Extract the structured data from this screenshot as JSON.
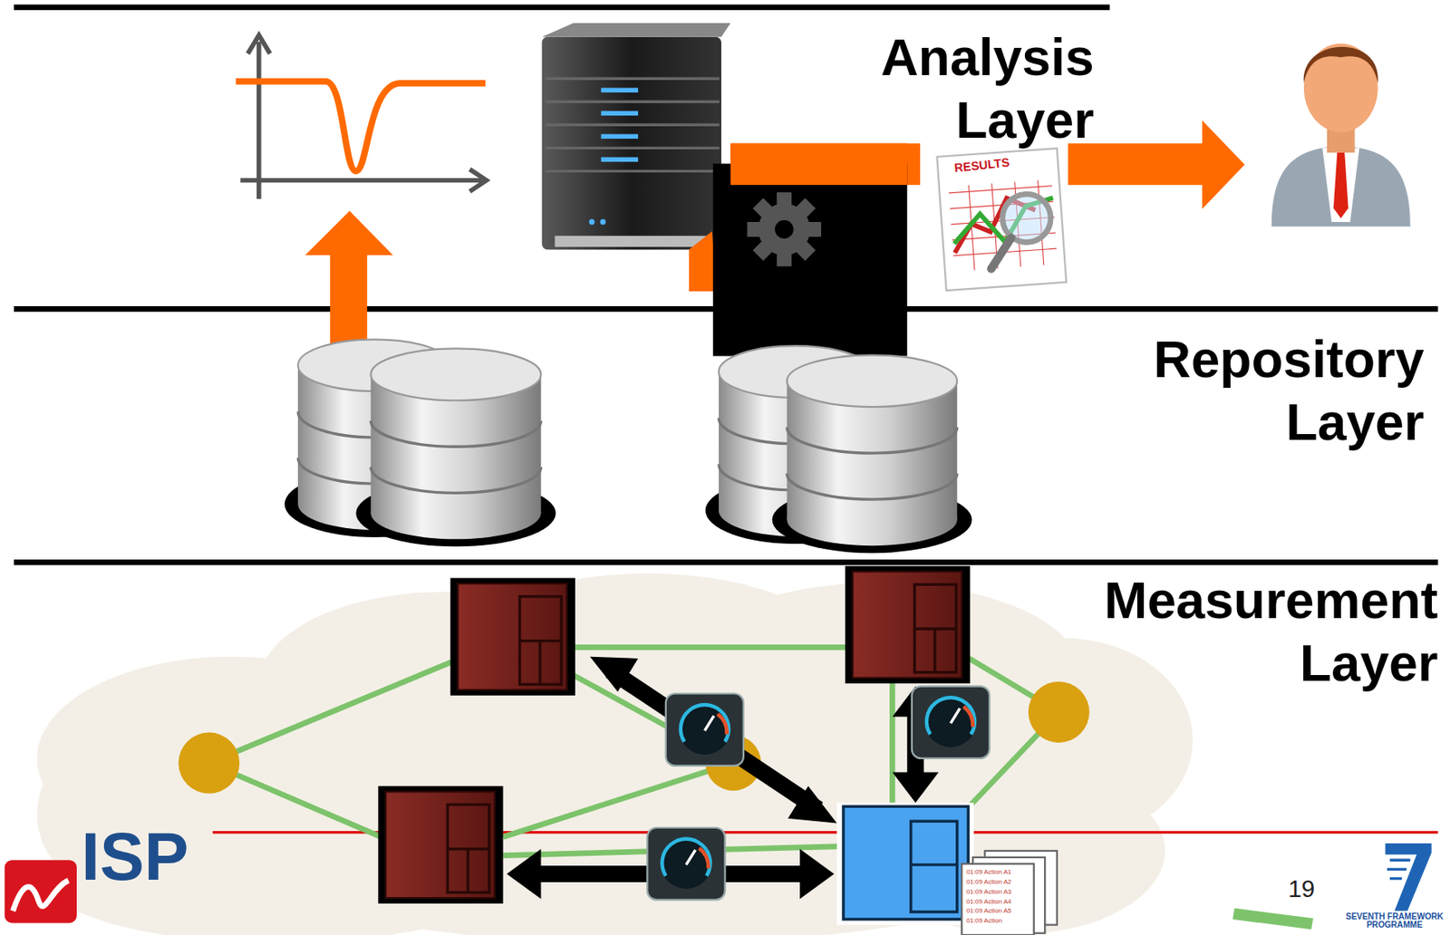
{
  "diagram": {
    "nodes": [
      {
        "text": [
          "Analysis Layer"
        ]
      },
      {
        "text": [
          "Repository Layer"
        ]
      },
      {
        "text": [
          "Measurement Layer"
        ]
      },
      {
        "text": [
          "ISP"
        ],
        "in": 2
      }
    ],
    "labels": [
      "RESULTS",
      "01:09 Action A1",
      "01:09 Action A2",
      "01:09 Action A3",
      "01:09 Action A4",
      "01:09 Action A5",
      "01:09 Action",
      "19",
      "SEVENTH FRAMEWORK PROGRAMME"
    ]
  }
}
